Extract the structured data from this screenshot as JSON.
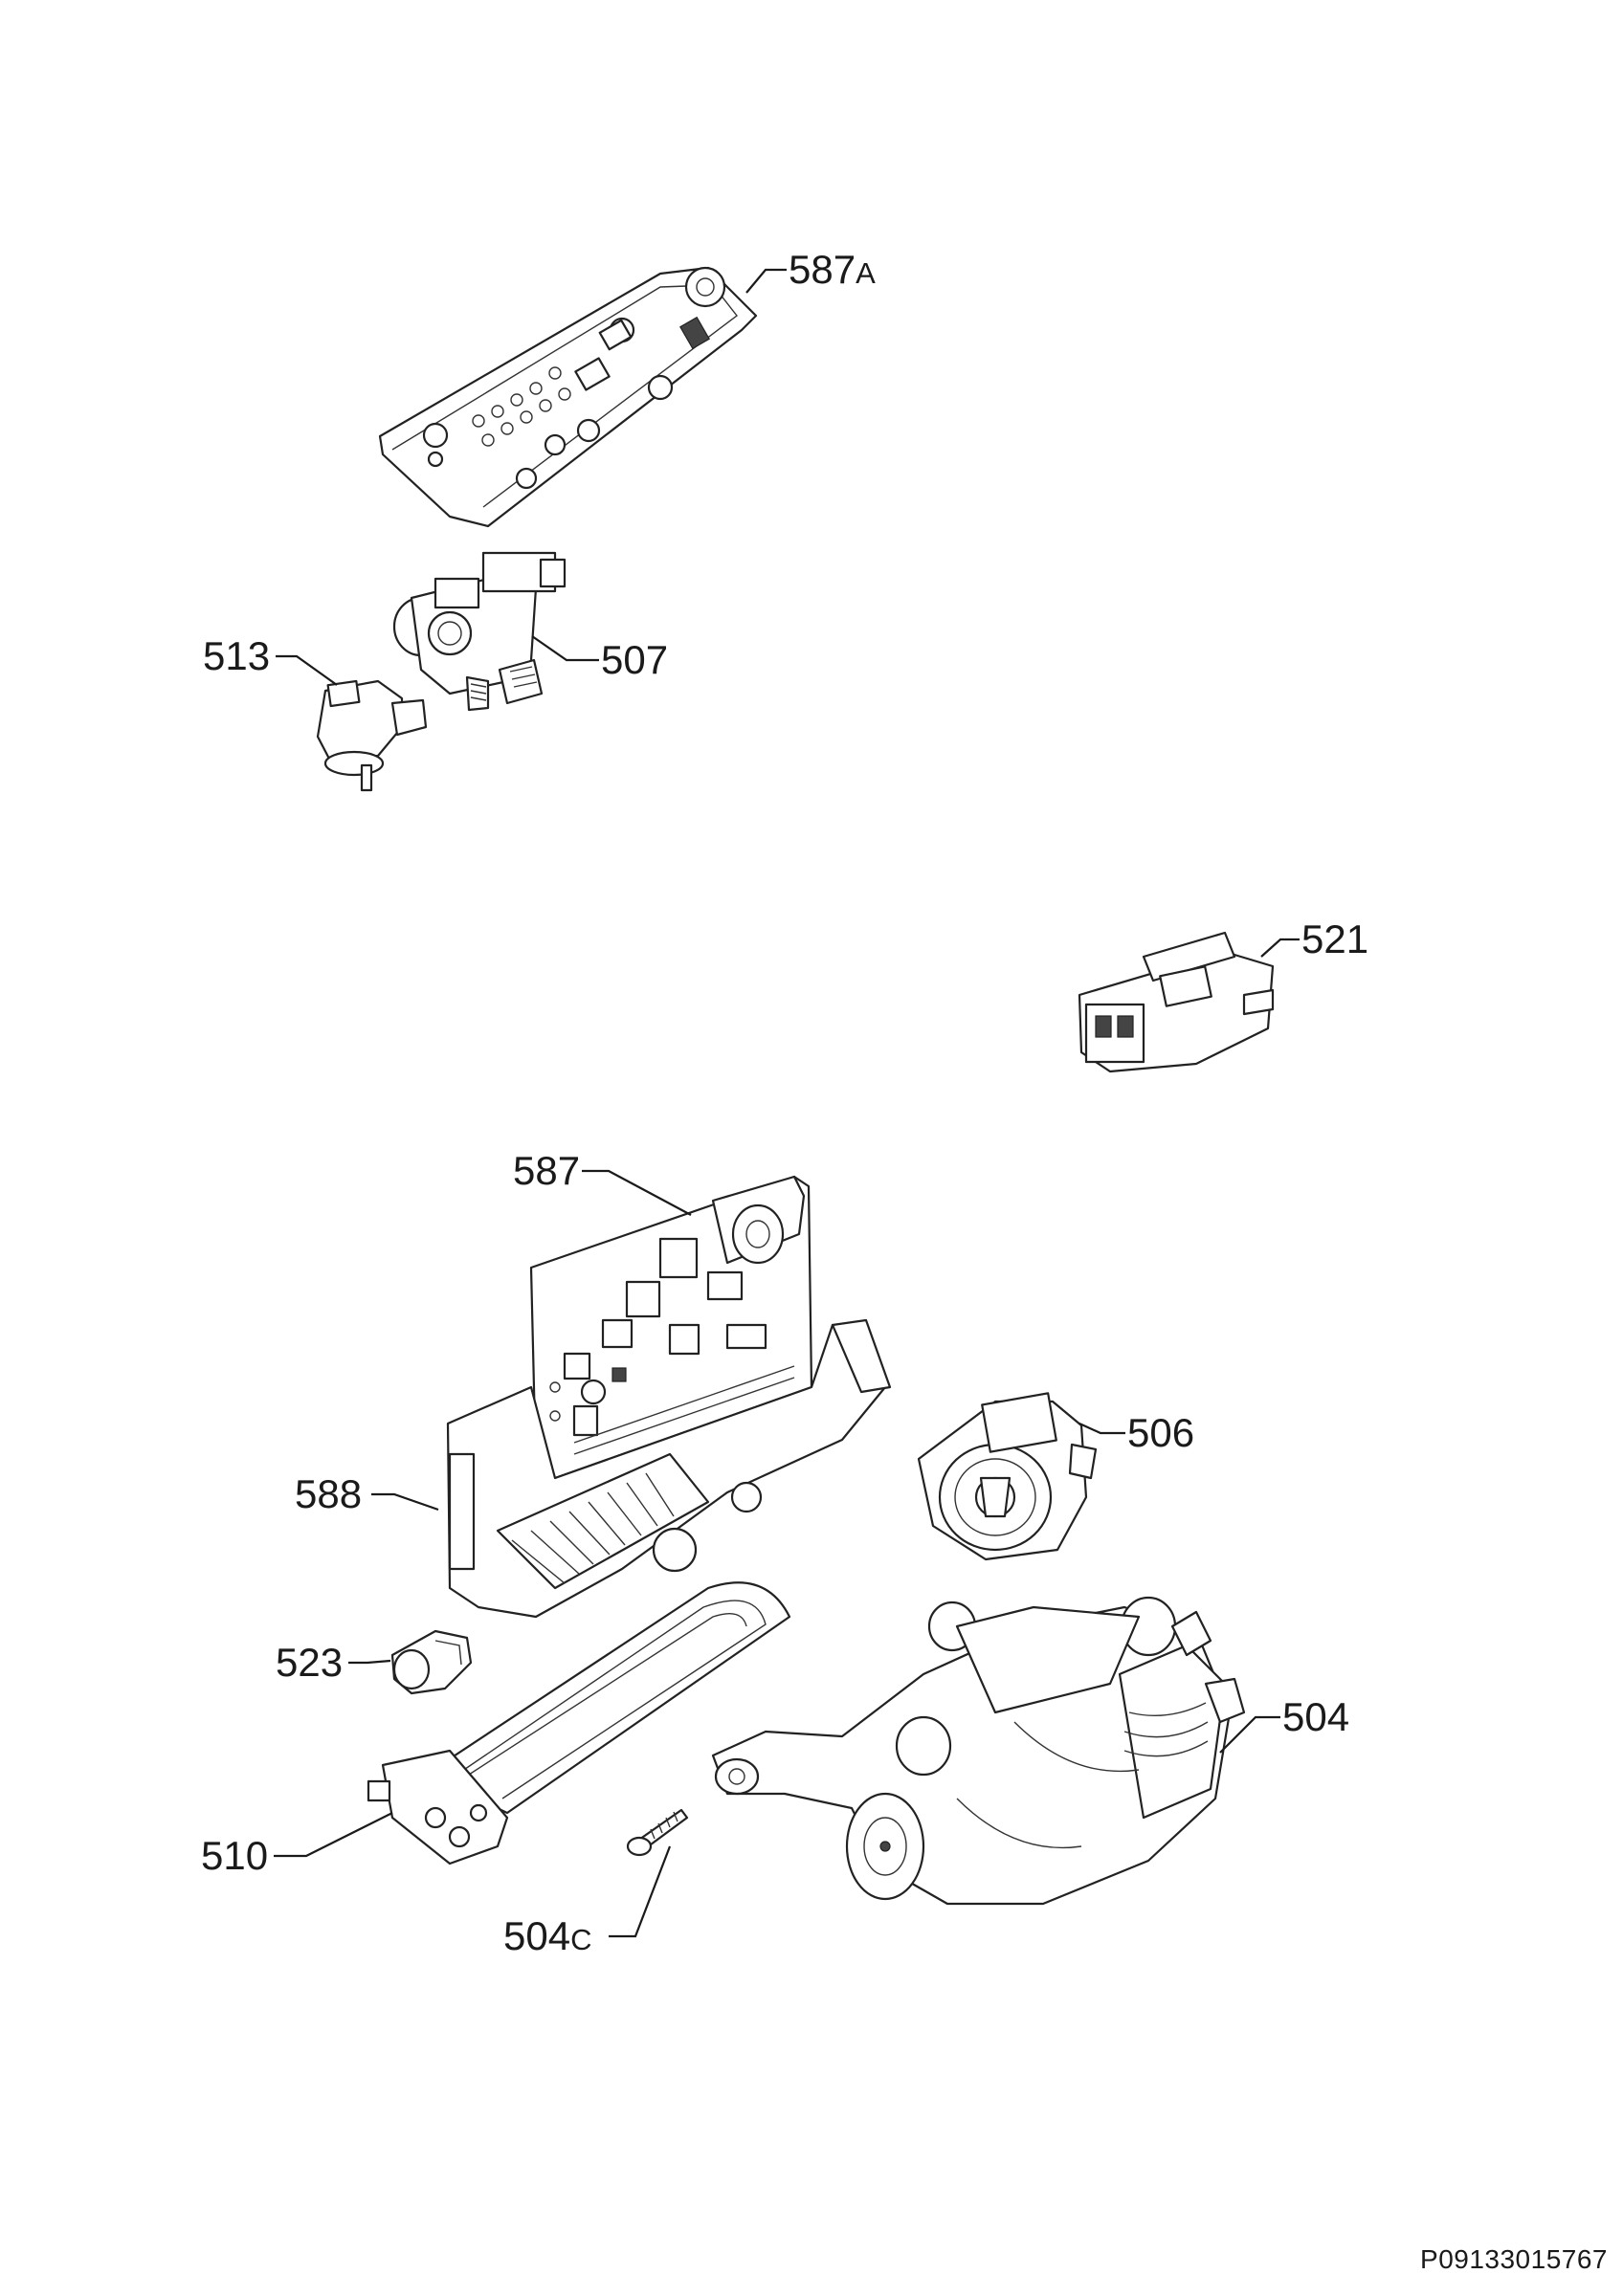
{
  "document_number": "P09133015767",
  "callouts": [
    {
      "id": "587a",
      "num": "587",
      "suffix": "A"
    },
    {
      "id": "507",
      "num": "507",
      "suffix": ""
    },
    {
      "id": "513",
      "num": "513",
      "suffix": ""
    },
    {
      "id": "521",
      "num": "521",
      "suffix": ""
    },
    {
      "id": "587",
      "num": "587",
      "suffix": ""
    },
    {
      "id": "506",
      "num": "506",
      "suffix": ""
    },
    {
      "id": "588",
      "num": "588",
      "suffix": ""
    },
    {
      "id": "523",
      "num": "523",
      "suffix": ""
    },
    {
      "id": "504",
      "num": "504",
      "suffix": ""
    },
    {
      "id": "510",
      "num": "510",
      "suffix": ""
    },
    {
      "id": "504c",
      "num": "504",
      "suffix": "C"
    }
  ]
}
